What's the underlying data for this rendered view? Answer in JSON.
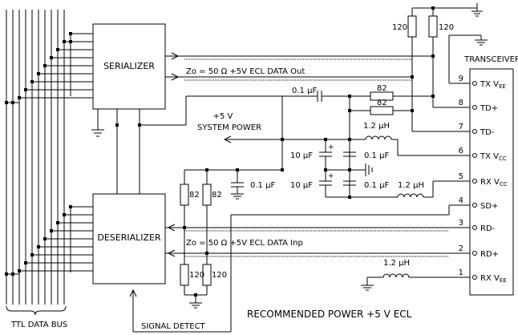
{
  "blocks": {
    "serializer": "SERIALIZER",
    "deserializer": "DESERIALIZER",
    "transceiver": "TRANSCEIVER"
  },
  "labels": {
    "ttl_bus": "TTL DATA BUS",
    "ecl_out": "Zo = 50 Ω  +5V ECL DATA  Out",
    "ecl_in": "Zo = 50 Ω  +5V ECL DATA  Inp",
    "power_1": "+5 V",
    "power_2": "SYSTEM POWER",
    "signal_detect": "SIGNAL DETECT",
    "footer": "RECOMMENDED POWER  +5 V ECL"
  },
  "components": {
    "r_top_1": "120",
    "r_top_2": "120",
    "r_td_1": "82",
    "r_td_2": "82",
    "r_rx_1": "82",
    "r_rx_2": "82",
    "r_rx_3": "120",
    "r_rx_4": "120",
    "c_01_top": "0.1 µF",
    "c_01_mid1": "0.1 µF",
    "c_01_mid2": "0.1 µF",
    "c_01_left": "0.1 µF",
    "c_10_1": "10 µF",
    "c_10_2": "10 µF",
    "l_1": "1.2 µH",
    "l_2": "1.2 µH",
    "l_3": "1.2 µH"
  },
  "pins": [
    {
      "num": "9",
      "name": "TX V",
      "sub": "EE"
    },
    {
      "num": "8",
      "name": "TD+",
      "sub": ""
    },
    {
      "num": "7",
      "name": "TD-",
      "sub": ""
    },
    {
      "num": "6",
      "name": "TX V",
      "sub": "CC"
    },
    {
      "num": "5",
      "name": "RX V",
      "sub": "CC"
    },
    {
      "num": "4",
      "name": "SD+",
      "sub": ""
    },
    {
      "num": "3",
      "name": "RD-",
      "sub": ""
    },
    {
      "num": "2",
      "name": "RD+",
      "sub": ""
    },
    {
      "num": "1",
      "name": "RX V",
      "sub": "EE"
    }
  ]
}
